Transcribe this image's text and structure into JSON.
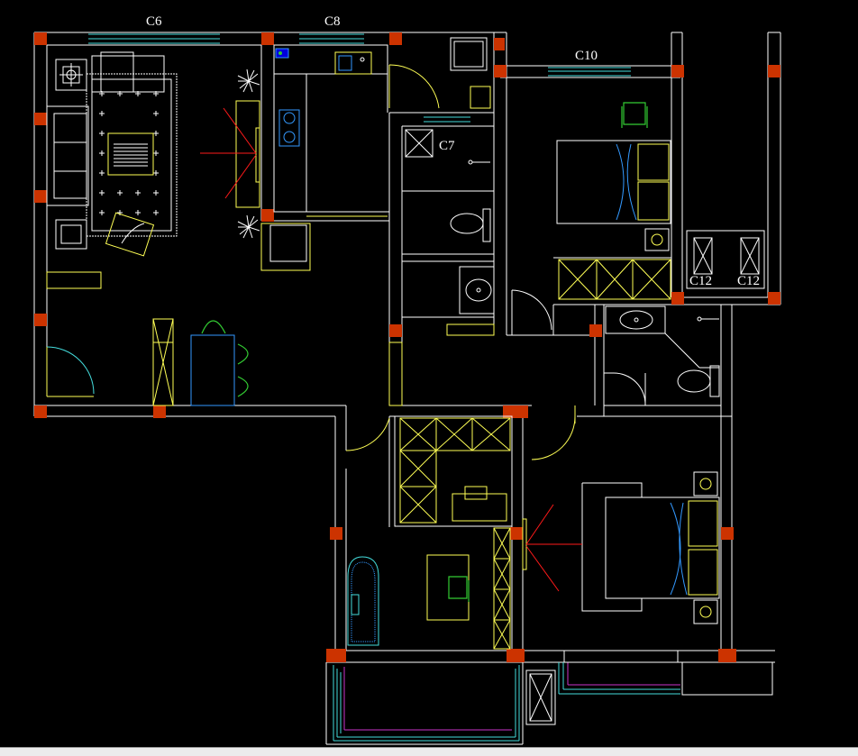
{
  "drawing": {
    "window_labels": {
      "c6": "C6",
      "c8": "C8",
      "c10": "C10",
      "c7": "C7",
      "c12_left": "C12",
      "c12_right": "C12"
    },
    "colors": {
      "background": "#000000",
      "walls": "#ffffff",
      "furniture": "#ffff55",
      "windows": "#44dddd",
      "chairs": "#33cc33",
      "fixtures": "#3399ff",
      "columns": "#cc3300",
      "tv_lines": "#ff1a1a",
      "balcony_rail": "#cc33cc"
    }
  }
}
